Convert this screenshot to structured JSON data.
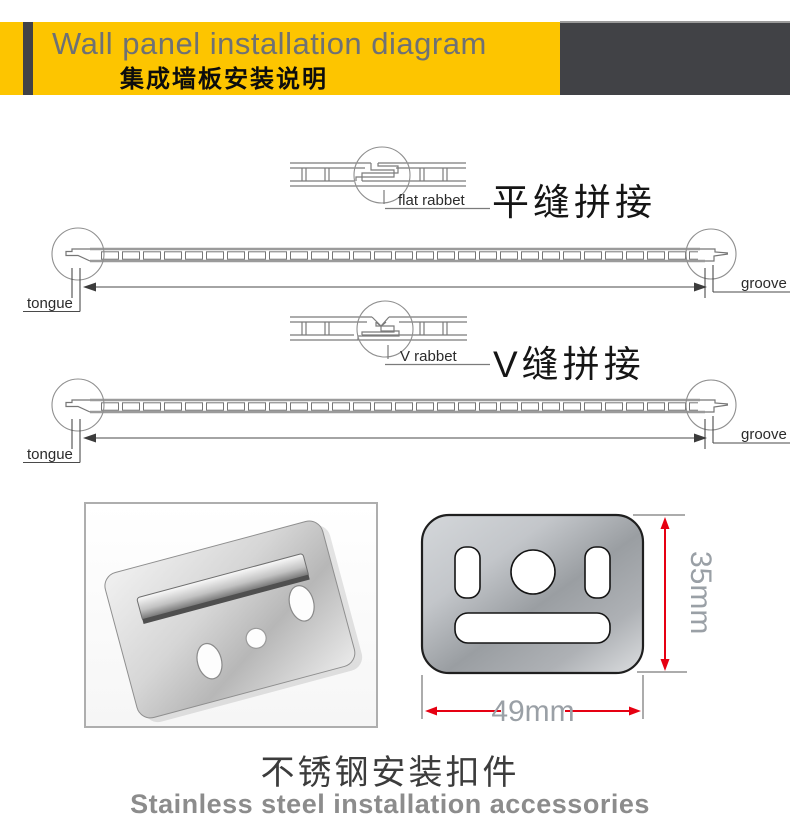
{
  "header": {
    "title_en": "Wall panel installation diagram",
    "title_zh": "集成墙板安装说明",
    "colors": {
      "accent": "#fdc500",
      "dark": "#414246",
      "title_text": "#6e7175"
    }
  },
  "joints": {
    "flat": {
      "callout": "flat rabbet",
      "name_zh": "平缝拼接"
    },
    "v": {
      "callout": "V rabbet",
      "name_zh": "V缝拼接"
    },
    "panel1": {
      "tongue": "tongue",
      "groove": "groove"
    },
    "panel2": {
      "tongue": "tongue",
      "groove": "groove"
    }
  },
  "accessory": {
    "dim_height": "35mm",
    "dim_width": "49mm",
    "dim_color": "#e60012",
    "dim_text_color": "#9aa0a6",
    "caption_zh": "不锈钢安装扣件",
    "caption_en": "Stainless steel installation accessories"
  }
}
